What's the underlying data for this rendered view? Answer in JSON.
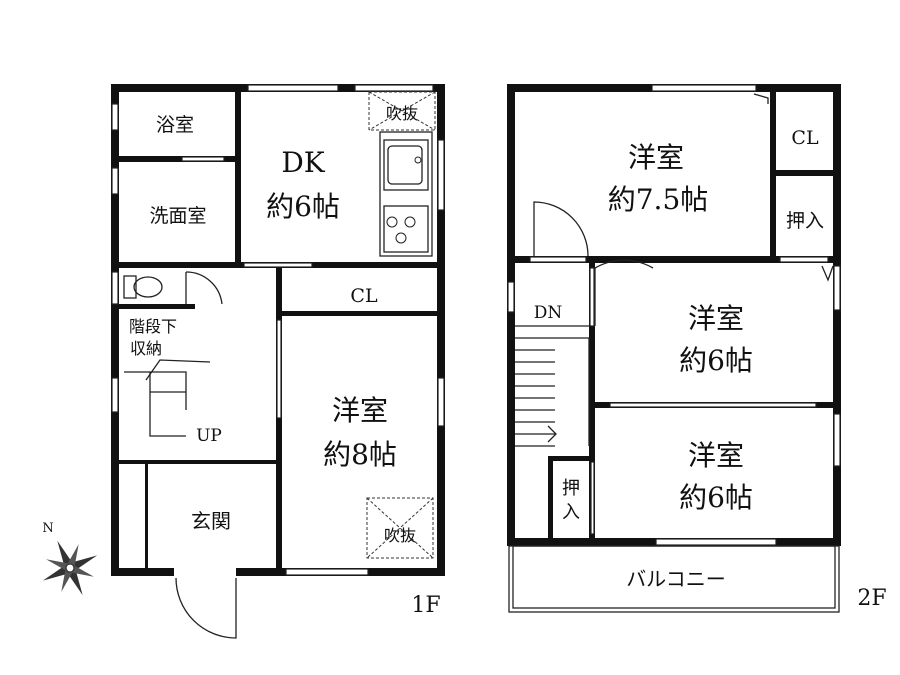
{
  "floor1": {
    "label": "1F",
    "rooms": {
      "bath": "浴室",
      "washroom": "洗面室",
      "dk_line1": "DK",
      "dk_line2": "約6帖",
      "void_top": "吹抜",
      "closet": "CL",
      "stair_storage_line1": "階段下",
      "stair_storage_line2": "収納",
      "stairs_up": "UP",
      "western_line1": "洋室",
      "western_line2": "約8帖",
      "void_bottom": "吹抜",
      "entrance": "玄関"
    }
  },
  "floor2": {
    "label": "2F",
    "rooms": {
      "western_a_line1": "洋室",
      "western_a_line2": "約7.5帖",
      "closet": "CL",
      "oshiire_top": "押入",
      "stairs_down": "DN",
      "western_b_line1": "洋室",
      "western_b_line2": "約6帖",
      "western_c_line1": "洋室",
      "western_c_line2": "約6帖",
      "oshiire_bottom_line1": "押",
      "oshiire_bottom_line2": "入",
      "balcony": "バルコニー"
    }
  },
  "compass": {
    "north_label": "N",
    "icon": "compass-rose-icon"
  }
}
